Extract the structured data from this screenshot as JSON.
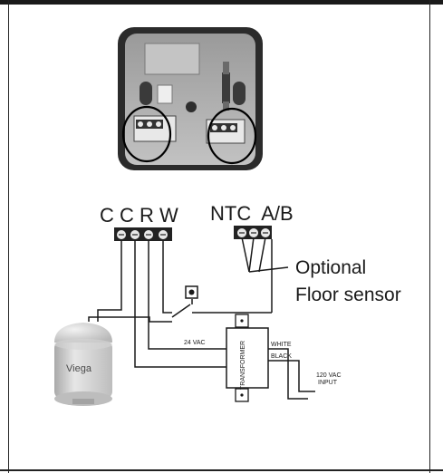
{
  "labels": {
    "left_terminals": "C C R W",
    "right_terminals": "NTC  A/B",
    "optional_line1": "Optional",
    "optional_line2": "Floor sensor",
    "actuator_brand": "Viega",
    "vac24": "24 VAC",
    "white": "WHITE",
    "black": "BLACK",
    "transformer": "TRANSFORMER",
    "input_line1": "120 VAC",
    "input_line2": "INPUT"
  },
  "colors": {
    "line": "#1a1a1a",
    "frame": "#222222"
  }
}
